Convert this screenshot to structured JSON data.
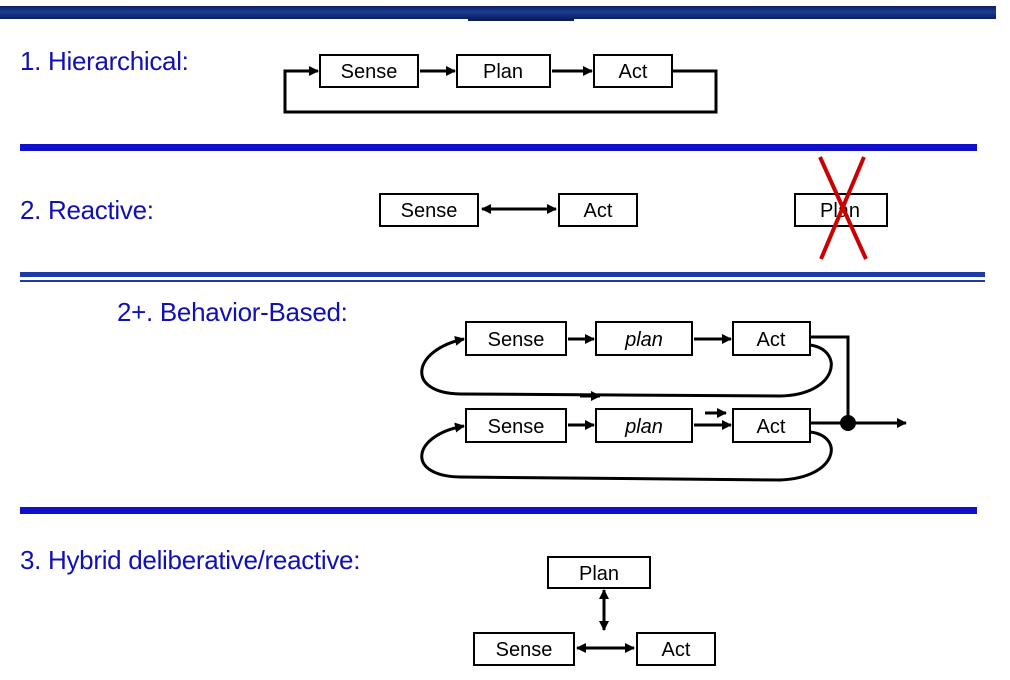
{
  "sections": {
    "hierarchical": {
      "title": "1.  Hierarchical:",
      "boxes": [
        "Sense",
        "Plan",
        "Act"
      ]
    },
    "reactive": {
      "title": "2.  Reactive:",
      "boxes": [
        "Sense",
        "Act"
      ],
      "crossed_box": "Plan",
      "cross_color": "#cc0000"
    },
    "behavior_based": {
      "title": "2+.  Behavior-Based:",
      "rows": [
        {
          "boxes": [
            "Sense",
            "plan",
            "Act"
          ]
        },
        {
          "boxes": [
            "Sense",
            "plan",
            "Act"
          ]
        }
      ]
    },
    "hybrid": {
      "title": "3.  Hybrid deliberative/reactive:",
      "boxes": [
        "Plan",
        "Sense",
        "Act"
      ]
    }
  },
  "colors": {
    "title": "#1010b4",
    "separator": "#1010cc",
    "top_bar": "#0b1f5e"
  }
}
